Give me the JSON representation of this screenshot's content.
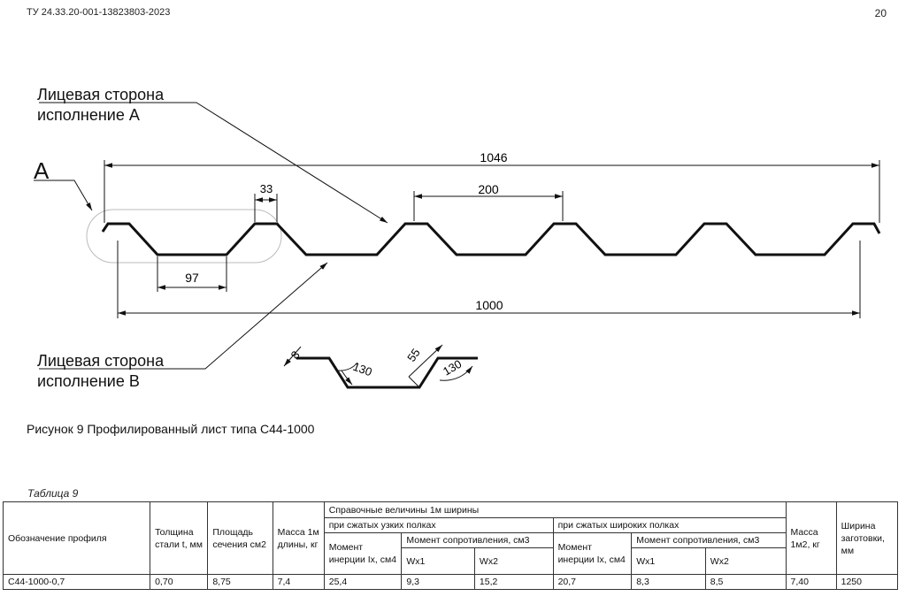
{
  "header": {
    "code": "ТУ 24.33.20-001-13823803-2023",
    "page_number": "20"
  },
  "figure": {
    "label_A": "А",
    "face_a_line1": "Лицевая сторона",
    "face_a_line2": "исполнение А",
    "face_b_line1": "Лицевая сторона",
    "face_b_line2": "исполнение В",
    "dim_total": "1046",
    "dim_pitch": "200",
    "dim_top": "33",
    "dim_bottom": "97",
    "dim_work": "1000",
    "detail_thickness": "8",
    "detail_angle_1": "130",
    "detail_height": "55",
    "detail_angle_2": "130",
    "caption": "Рисунок 9 Профилированный лист типа С44-1000"
  },
  "table": {
    "caption": "Таблица 9",
    "headers": {
      "profile": "Обозначение профиля",
      "thickness": "Толщина стали t, мм",
      "area": "Площадь сечения см2",
      "mass_1m": "Масса 1м длины, кг",
      "reference": "Справочные величины 1м ширины",
      "narrow": "при сжатых узких полках",
      "wide": "при сжатых широких полках",
      "inertia_narrow": "Момент инерции Ix, см4",
      "resistance_narrow": "Момент сопротивления, см3",
      "inertia_wide": "Момент инерции Ix, см4",
      "resistance_wide": "Момент сопротивления, см3",
      "wx1_narrow": "Wx1",
      "wx2_narrow": "Wx2",
      "wx1_wide": "Wx1",
      "wx2_wide": "Wx2",
      "mass_1m2": "Масса 1м2, кг",
      "blank_width": "Ширина заготовки, мм"
    },
    "row": {
      "profile": "С44-1000-0,7",
      "thickness": "0,70",
      "area": "8,75",
      "mass_1m": "7,4",
      "inertia_narrow": "25,4",
      "wx1_narrow": "9,3",
      "wx2_narrow": "15,2",
      "inertia_wide": "20,7",
      "wx1_wide": "8,3",
      "wx2_wide": "8,5",
      "mass_1m2": "7,40",
      "blank_width": "1250"
    }
  }
}
